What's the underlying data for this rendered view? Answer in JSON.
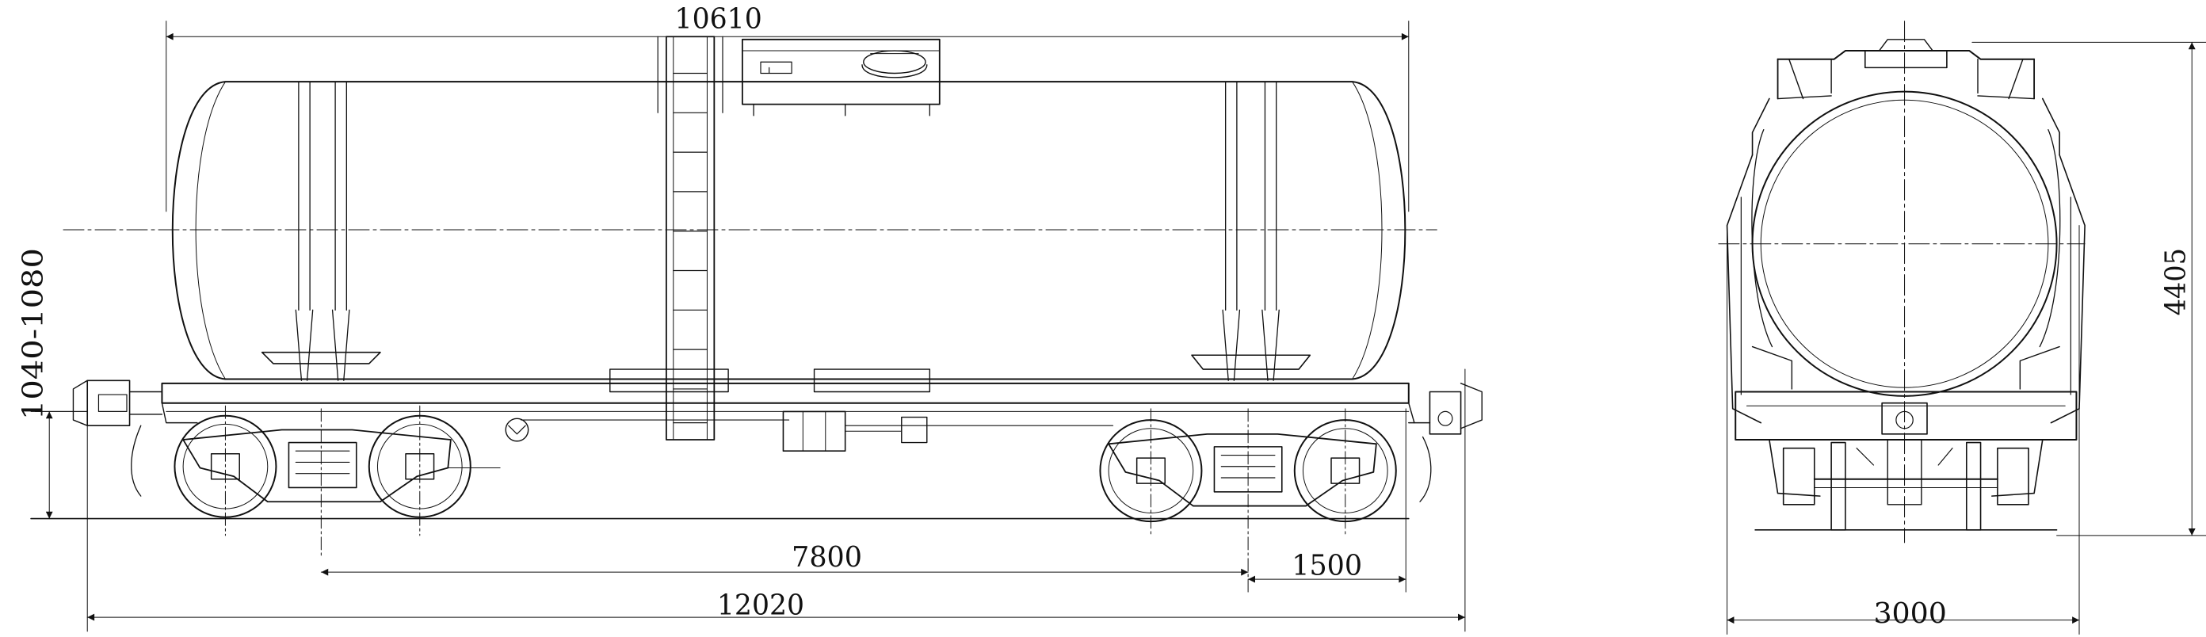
{
  "figure": {
    "side_view": {
      "dimensions": {
        "tank_length": "10610",
        "coupler_height": "1040-1080",
        "bogie_base": "7800",
        "overhang": "1500",
        "overall_length": "12020"
      }
    },
    "end_view": {
      "dimensions": {
        "height": "4405",
        "width": "3000"
      }
    }
  },
  "colors": {
    "ink": "#111111",
    "paper": "#ffffff"
  }
}
